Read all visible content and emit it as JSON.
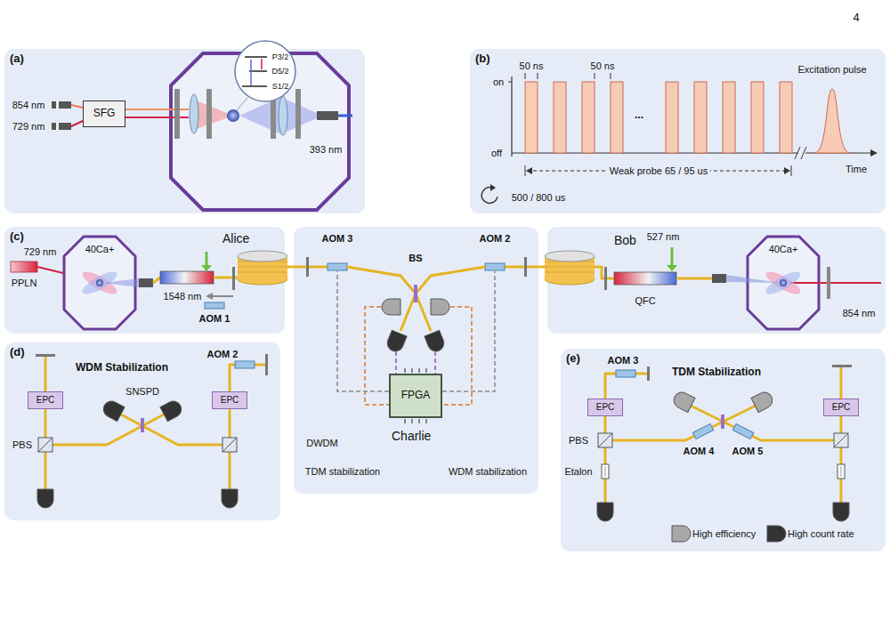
{
  "diagram": {
    "nodes": [
      {
        "text": [
          "(a)"
        ]
      },
      {
        "text": [
          "SFG"
        ],
        "in": 0
      },
      {
        "text": [
          "(b)"
        ]
      },
      {
        "text": [
          "(c)",
          "Alice"
        ]
      },
      {
        "text": [
          "Charlie"
        ]
      },
      {
        "text": [
          "FPGA"
        ],
        "in": 4
      },
      {
        "text": [
          "Bob"
        ]
      },
      {
        "text": [
          "(d)",
          "WDM Stabilization"
        ]
      },
      {
        "text": [
          "EPC"
        ],
        "in": 7
      },
      {
        "text": [
          "EPC"
        ],
        "in": 7
      },
      {
        "text": [
          "(e)",
          "TDM Stabilization"
        ]
      },
      {
        "text": [
          "EPC"
        ],
        "in": 10
      },
      {
        "text": [
          "EPC"
        ],
        "in": 10
      }
    ],
    "labels": [
      "4",
      "854 nm",
      "729 nm",
      "393 nm",
      "P3/2",
      "D5/2",
      "S1/2",
      "50 ns",
      "50 ns",
      "on",
      "off",
      "...",
      "Weak probe 65 / 95 us",
      "Excitation pulse",
      "500 / 800 us",
      "Time",
      "729 nm",
      "PPLN",
      "40Ca+",
      "1548 nm",
      "AOM 1",
      "AOM 3",
      "BS",
      "AOM 2",
      "DWDM",
      "TDM stabilization",
      "WDM stabilization",
      "527 nm",
      "QFC",
      "40Ca+",
      "854 nm",
      "AOM 2",
      "SNSPD",
      "PBS",
      "AOM 3",
      "PBS",
      "Etalon",
      "AOM 4",
      "AOM 5"
    ],
    "legend": [
      {
        "text": "High efficiency"
      },
      {
        "text": "High count rate"
      }
    ]
  }
}
